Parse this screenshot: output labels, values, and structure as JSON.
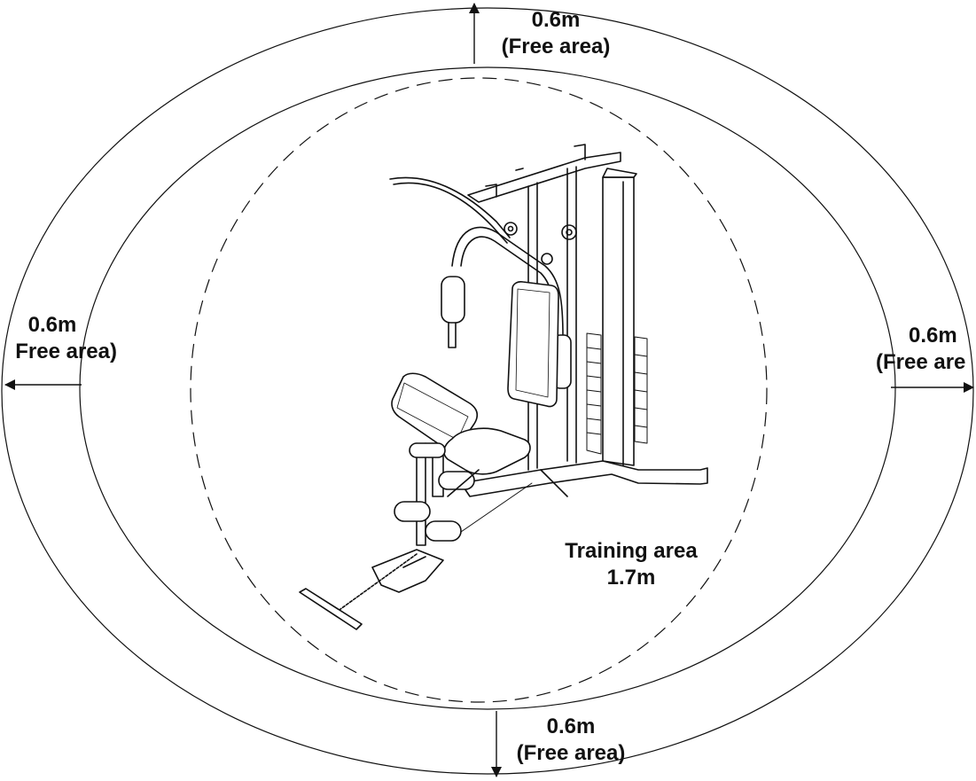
{
  "diagram": {
    "top": {
      "distance": "0.6m",
      "label": "(Free area)"
    },
    "left": {
      "distance": "0.6m",
      "label": "Free area)"
    },
    "right": {
      "distance": "0.6m",
      "label": "(Free are"
    },
    "bottom": {
      "distance": "0.6m",
      "label": "(Free area)"
    },
    "training": {
      "label": "Training area",
      "distance": "1.7m"
    }
  },
  "colors": {
    "line": "#111111",
    "background": "#ffffff"
  },
  "icons": {
    "equipment": "home-gym-machine-icon"
  }
}
